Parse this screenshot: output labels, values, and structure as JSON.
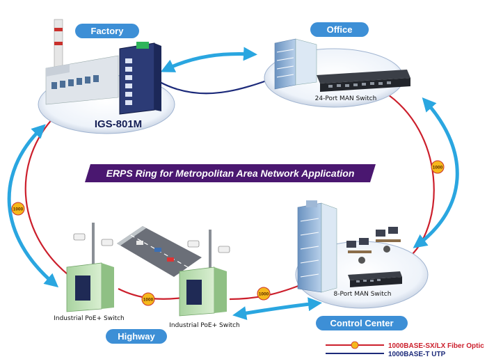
{
  "title": "ERPS Ring for Metropolitan Area Network Application",
  "sites": {
    "factory": "Factory",
    "office": "Office",
    "control_center": "Control Center",
    "highway": "Highway"
  },
  "devices": {
    "igs": "IGS-801M",
    "man24": "24-Port MAN Switch",
    "man8": "8-Port MAN Switch",
    "poe_left": "Industrial PoE+ Switch",
    "poe_right": "Industrial PoE+ Switch"
  },
  "link_badge": "1000",
  "legend": {
    "fiber": "1000BASE-SX/LX Fiber Optic",
    "utp": "1000BASE-T UTP"
  },
  "colors": {
    "fiber": "#cc1f2c",
    "utp": "#1c2a7a",
    "arrow": "#2aa6e0",
    "pill": "#3d8fd6",
    "banner": "#4a1770",
    "badge": "#f5b81c"
  }
}
